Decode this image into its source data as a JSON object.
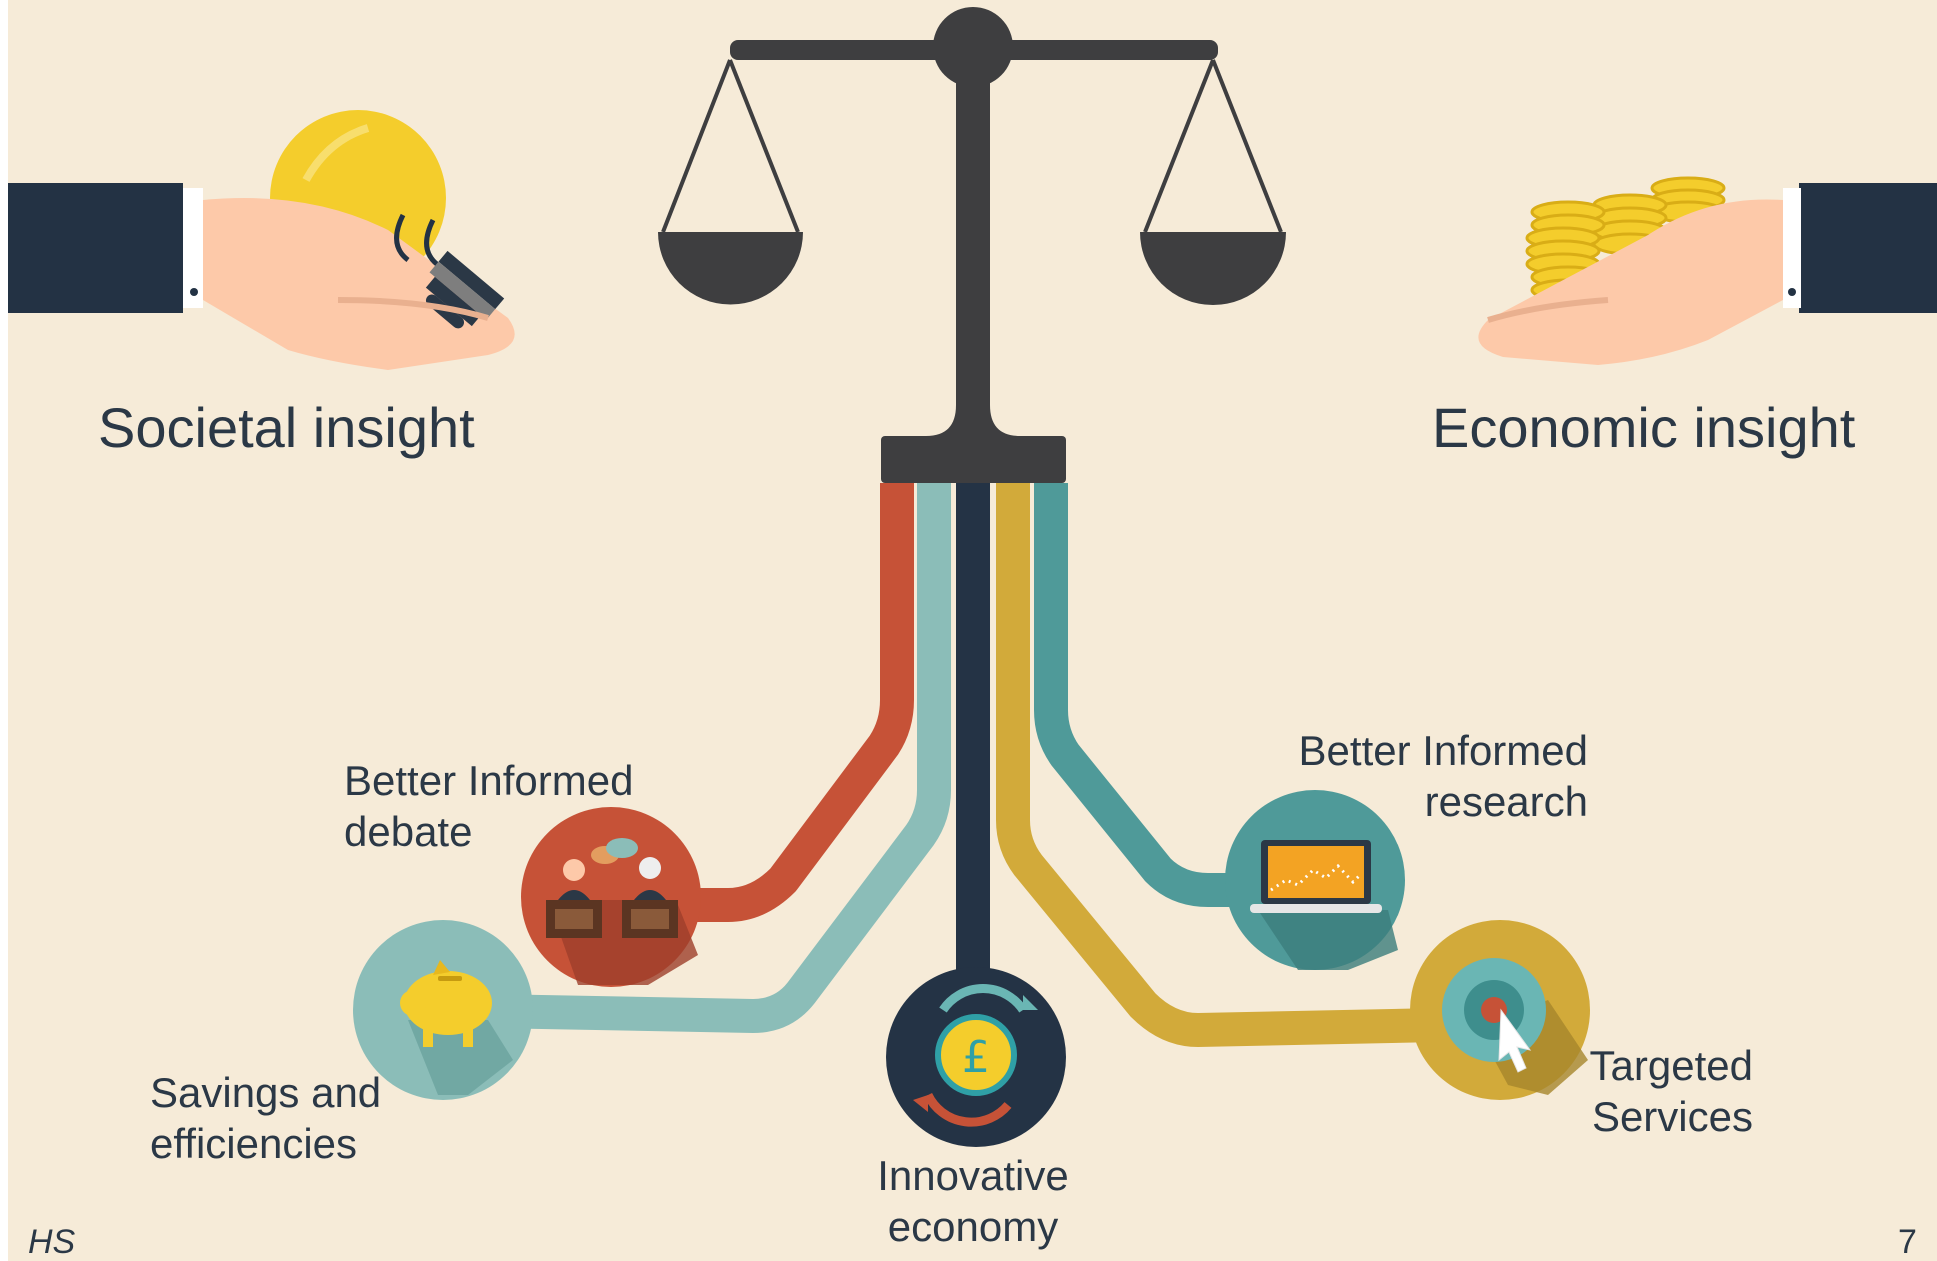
{
  "left_title": "Societal insight",
  "right_title": "Economic insight",
  "outcomes": {
    "debate": {
      "line1": "Better Informed",
      "line2": "debate"
    },
    "savings": {
      "line1": "Savings and",
      "line2": "efficiencies"
    },
    "innovative": {
      "line1": "Innovative",
      "line2": "economy"
    },
    "research": {
      "line1": "Better Informed",
      "line2": "research"
    },
    "targeted": {
      "line1": "Targeted",
      "line2": "Services"
    }
  },
  "currency_symbol": "£",
  "footer": {
    "author": "HS",
    "page_number": "7"
  },
  "colors": {
    "background": "#f6ebd8",
    "scale": "#3e3e40",
    "navy": "#243345",
    "red": "#c65237",
    "light_teal": "#8bbdb8",
    "mustard": "#d2aa3a",
    "teal": "#4f9a99",
    "gold": "#f4cd2c",
    "skin": "#fdc9a9"
  },
  "icons": [
    "light-bulb-icon",
    "coin-stack-icon",
    "balance-scale-icon",
    "debate-podium-icon",
    "piggy-bank-icon",
    "pound-exchange-icon",
    "laptop-chart-icon",
    "target-cursor-icon"
  ]
}
